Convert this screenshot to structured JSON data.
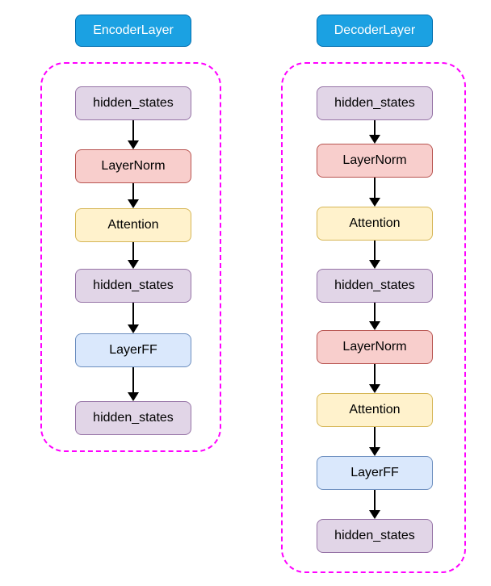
{
  "diagram": {
    "encoder": {
      "title": "EncoderLayer",
      "nodes": [
        {
          "label": "hidden_states",
          "type": "state"
        },
        {
          "label": "LayerNorm",
          "type": "norm"
        },
        {
          "label": "Attention",
          "type": "attention"
        },
        {
          "label": "hidden_states",
          "type": "state"
        },
        {
          "label": "LayerFF",
          "type": "ff"
        },
        {
          "label": "hidden_states",
          "type": "state"
        }
      ]
    },
    "decoder": {
      "title": "DecoderLayer",
      "nodes": [
        {
          "label": "hidden_states",
          "type": "state"
        },
        {
          "label": "LayerNorm",
          "type": "norm"
        },
        {
          "label": "Attention",
          "type": "attention"
        },
        {
          "label": "hidden_states",
          "type": "state"
        },
        {
          "label": "LayerNorm",
          "type": "norm"
        },
        {
          "label": "Attention",
          "type": "attention"
        },
        {
          "label": "LayerFF",
          "type": "ff"
        },
        {
          "label": "hidden_states",
          "type": "state"
        }
      ]
    },
    "colors": {
      "header_fill": "#1BA1E2",
      "header_border": "#006EAF",
      "header_text": "#FFFFFF",
      "state_fill": "#E1D5E7",
      "state_border": "#9673A6",
      "norm_fill": "#F8CECC",
      "norm_border": "#B85450",
      "attention_fill": "#FFF2CC",
      "attention_border": "#D6B656",
      "ff_fill": "#DAE8FC",
      "ff_border": "#6C8EBF",
      "container_border": "#FF00FF",
      "arrow": "#000000",
      "node_text": "#000000"
    }
  }
}
